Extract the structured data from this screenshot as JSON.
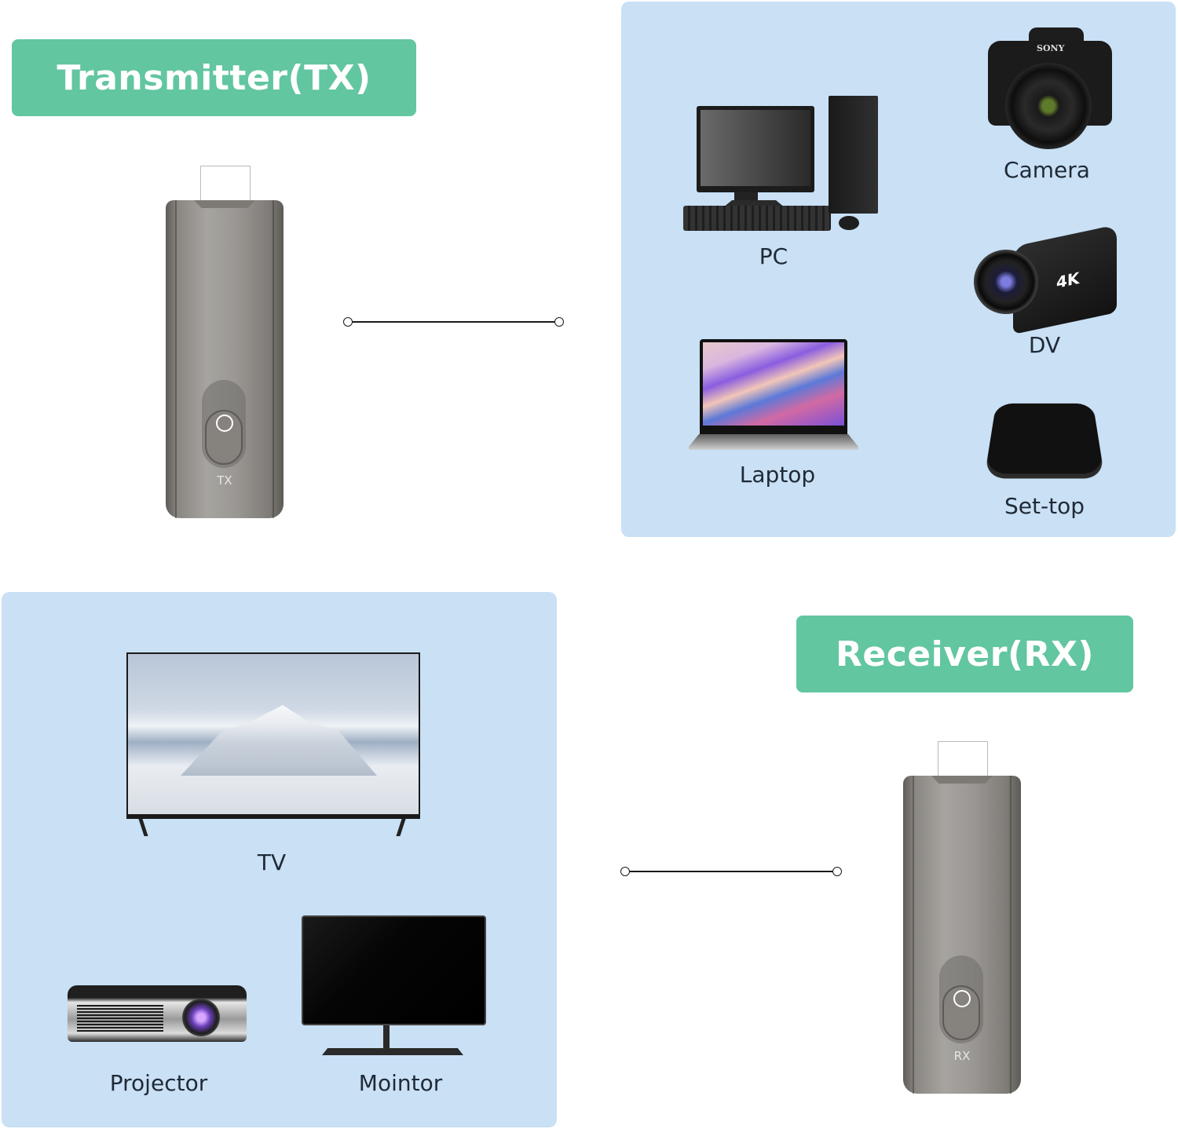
{
  "transmitter": {
    "title": "Transmitter(TX)",
    "device_mark": "TX",
    "sources": [
      {
        "id": "pc",
        "label": "PC"
      },
      {
        "id": "camera",
        "label": "Camera",
        "brand": "SONY"
      },
      {
        "id": "dv",
        "label": "DV",
        "badge": "4K"
      },
      {
        "id": "laptop",
        "label": "Laptop"
      },
      {
        "id": "settop",
        "label": "Set-top"
      }
    ]
  },
  "receiver": {
    "title": "Receiver(RX)",
    "device_mark": "RX",
    "displays": [
      {
        "id": "tv",
        "label": "TV"
      },
      {
        "id": "projector",
        "label": "Projector"
      },
      {
        "id": "monitor",
        "label": "Mointor"
      }
    ]
  },
  "colors": {
    "badge_green": "#62c6a0",
    "panel_blue": "#c9e0f5",
    "text_dark": "#1f2a36"
  }
}
